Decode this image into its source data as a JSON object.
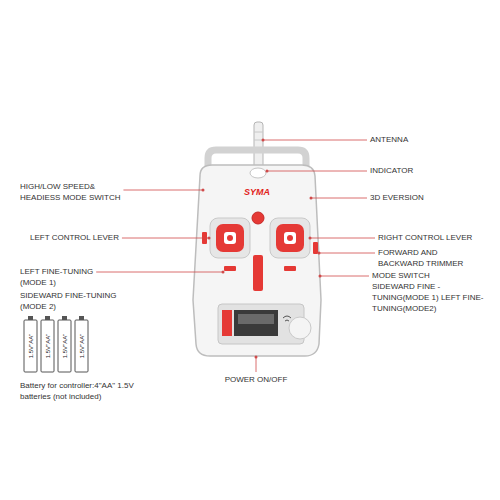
{
  "diagram": {
    "labels": [
      "ANTENNA",
      "INDICATOR",
      "HIGH/LOW SPEED& HEADIESS MODE SWITCH",
      "3D EVERSION",
      "LEFT CONTROL LEVER",
      "RIGHT CONTROL LEVER",
      "FORWARD AND BACKWARD TRIMMER",
      "LEFT FINE-TUNING (MODE 1)",
      "SIDEWARD FINE-TUNING (MODE 2)",
      "MODE SWITCH",
      "SIDEWARD FINE - TUNING(MODE 1) LEFT FINE-TUNING(MODE2)",
      "POWER ON/OFF",
      "Battery for controller:4\"AA\" 1.5V batteries (not included)",
      "SYMA",
      "1.5V\"AA\"",
      "1.5V\"AA\"",
      "1.5V\"AA\"",
      "1.5V\"AA\""
    ]
  }
}
